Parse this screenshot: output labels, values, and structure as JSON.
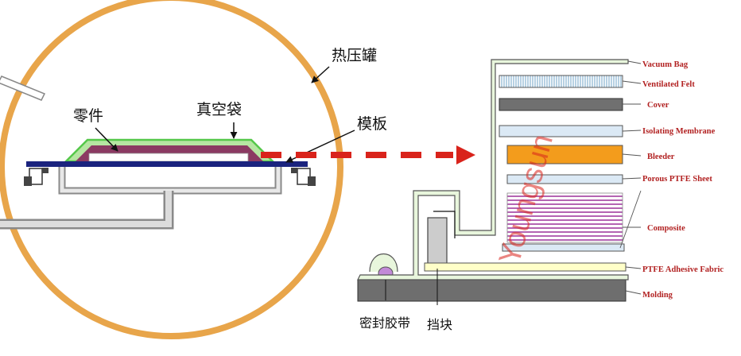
{
  "autoclave": {
    "label_autoclave": "热压罐",
    "label_part": "零件",
    "label_vacuum_bag": "真空袋",
    "label_mold_plate": "模板"
  },
  "layup": {
    "layers": [
      {
        "id": "vacuum-bag",
        "label": "Vacuum Bag"
      },
      {
        "id": "ventilated-felt",
        "label": "Ventilated Felt"
      },
      {
        "id": "cover",
        "label": "Cover"
      },
      {
        "id": "isolating-membrane",
        "label": "Isolating Membrane"
      },
      {
        "id": "bleeder",
        "label": "Bleeder"
      },
      {
        "id": "porous-ptfe-sheet",
        "label": "Porous PTFE Sheet"
      },
      {
        "id": "composite",
        "label": "Composite"
      },
      {
        "id": "ptfe-adhesive-fabric",
        "label": "PTFE Adhesive Fabric"
      },
      {
        "id": "molding",
        "label": "Molding"
      }
    ],
    "label_sealant_tape": "密封胶带",
    "label_dam": "挡块"
  },
  "watermark": "Youngsun",
  "colors": {
    "autoclave_ring": "#e8a54a",
    "arrow": "#d9231b",
    "label_red": "#b22222",
    "bleeder": "#f39c1c",
    "composite_lines": "#a23ca0",
    "mold_plate": "#1a237e",
    "part_fill": "#8b3a62",
    "vacuum_bag": "#55c84a",
    "layer_fill": "#dbe9f5",
    "cover": "#707070",
    "molding": "#6e6e6e",
    "ptfe_fabric": "#ffffc8",
    "bag_fill": "#e8f6dc"
  }
}
